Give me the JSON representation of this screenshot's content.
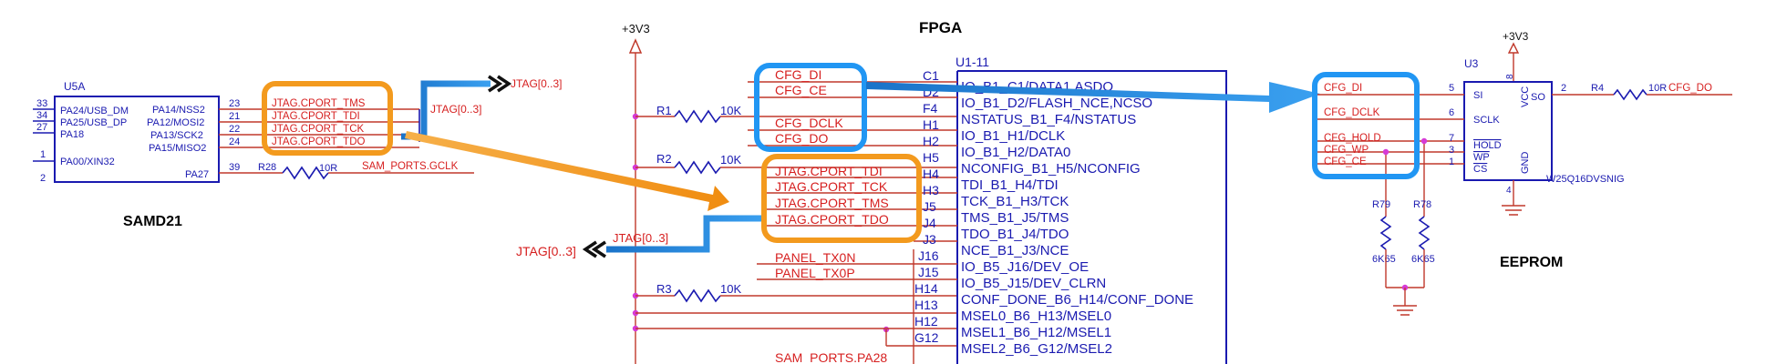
{
  "titles": {
    "fpga": "FPGA",
    "samd21": "SAMD21",
    "eeprom": "EEPROM"
  },
  "supply": {
    "v3v3_left": "+3V3",
    "v3v3_right": "+3V3"
  },
  "u5a": {
    "ref": "U5A",
    "left_pins": [
      {
        "num": "33",
        "name": "PA24/USB_DM"
      },
      {
        "num": "34",
        "name": "PA25/USB_DP"
      },
      {
        "num": "27",
        "name": "PA18"
      },
      {
        "num": "1",
        "name": "PA00/XIN32"
      },
      {
        "num": "2",
        "name": ""
      }
    ],
    "right_pins": [
      {
        "num": "23",
        "name": "PA14/NSS2",
        "net": "JTAG.CPORT_TMS"
      },
      {
        "num": "21",
        "name": "PA12/MOSI2",
        "net": "JTAG.CPORT_TDI"
      },
      {
        "num": "22",
        "name": "PA13/SCK2",
        "net": "JTAG.CPORT_TCK"
      },
      {
        "num": "24",
        "name": "PA15/MISO2",
        "net": "JTAG.CPORT_TDO"
      },
      {
        "num": "39",
        "name": "PA27",
        "net": "SAM_PORTS.GCLK"
      }
    ],
    "r28_ref": "R28",
    "r28_val": "10R",
    "bus_label": "JTAG[0..3]",
    "bus_port": "JTAG[0..3]"
  },
  "u1": {
    "ref": "U1-11",
    "left_nets": [
      {
        "net": "CFG_DI",
        "ball": "C1",
        "pin": "IO_B1_C1/DATA1,ASDO"
      },
      {
        "net": "CFG_CE",
        "ball": "D2",
        "pin": "IO_B1_D2/FLASH_NCE,NCSO"
      },
      {
        "net": "",
        "ball": "F4",
        "pin": "NSTATUS_B1_F4/NSTATUS"
      },
      {
        "net": "CFG_DCLK",
        "ball": "H1",
        "pin": "IO_B1_H1/DCLK"
      },
      {
        "net": "CFG_DO",
        "ball": "H2",
        "pin": "IO_B1_H2/DATA0"
      },
      {
        "net": "",
        "ball": "H5",
        "pin": "NCONFIG_B1_H5/NCONFIG"
      },
      {
        "net": "JTAG.CPORT_TDI",
        "ball": "H4",
        "pin": "TDI_B1_H4/TDI"
      },
      {
        "net": "JTAG.CPORT_TCK",
        "ball": "H3",
        "pin": "TCK_B1_H3/TCK"
      },
      {
        "net": "JTAG.CPORT_TMS",
        "ball": "J5",
        "pin": "TMS_B1_J5/TMS"
      },
      {
        "net": "JTAG.CPORT_TDO",
        "ball": "J4",
        "pin": "TDO_B1_J4/TDO"
      },
      {
        "net": "",
        "ball": "J3",
        "pin": "NCE_B1_J3/NCE"
      },
      {
        "net": "PANEL_TX0N",
        "ball": "J16",
        "pin": "IO_B5_J16/DEV_OE"
      },
      {
        "net": "PANEL_TX0P",
        "ball": "J15",
        "pin": "IO_B5_J15/DEV_CLRN"
      },
      {
        "net": "",
        "ball": "H14",
        "pin": "CONF_DONE_B6_H14/CONF_DONE"
      },
      {
        "net": "",
        "ball": "H13",
        "pin": "MSEL0_B6_H13/MSEL0"
      },
      {
        "net": "",
        "ball": "H12",
        "pin": "MSEL1_B6_H12/MSEL1"
      },
      {
        "net": "SAM_PORTS.PA28",
        "ball": "G12",
        "pin": "MSEL2_B6_G12/MSEL2"
      }
    ],
    "r1_ref": "R1",
    "r1_val": "10K",
    "r2_ref": "R2",
    "r2_val": "10K",
    "r3_ref": "R3",
    "r3_val": "10K",
    "bus_label": "JTAG[0..3]",
    "bus_port": "JTAG[0..3]"
  },
  "u3": {
    "ref": "U3",
    "part": "W25Q16DVSNIG",
    "pins": [
      {
        "net": "CFG_DI",
        "num": "5",
        "name": "SI"
      },
      {
        "net": "CFG_DCLK",
        "num": "6",
        "name": "SCLK"
      },
      {
        "net": "CFG_HOLD",
        "num": "7",
        "name": "HOLD"
      },
      {
        "net": "CFG_WP",
        "num": "3",
        "name": "WP"
      },
      {
        "net": "CFG_CE",
        "num": "1",
        "name": "CS"
      }
    ],
    "vcc_name": "VCC",
    "vcc_num": "8",
    "gnd_name": "GND",
    "gnd_num": "4",
    "so_name": "SO",
    "so_num": "2",
    "r4_ref": "R4",
    "r4_val": "10R",
    "do_net": "CFG_DO",
    "r79_ref": "R79",
    "r79_val": "6K65",
    "r78_ref": "R78",
    "r78_val": "6K65"
  },
  "colors": {
    "net": "#d61f1f",
    "pin": "#1a1ab0",
    "highlight_orange": "#f39a1e",
    "highlight_blue": "#2196f3",
    "junction": "#d63ad6"
  }
}
